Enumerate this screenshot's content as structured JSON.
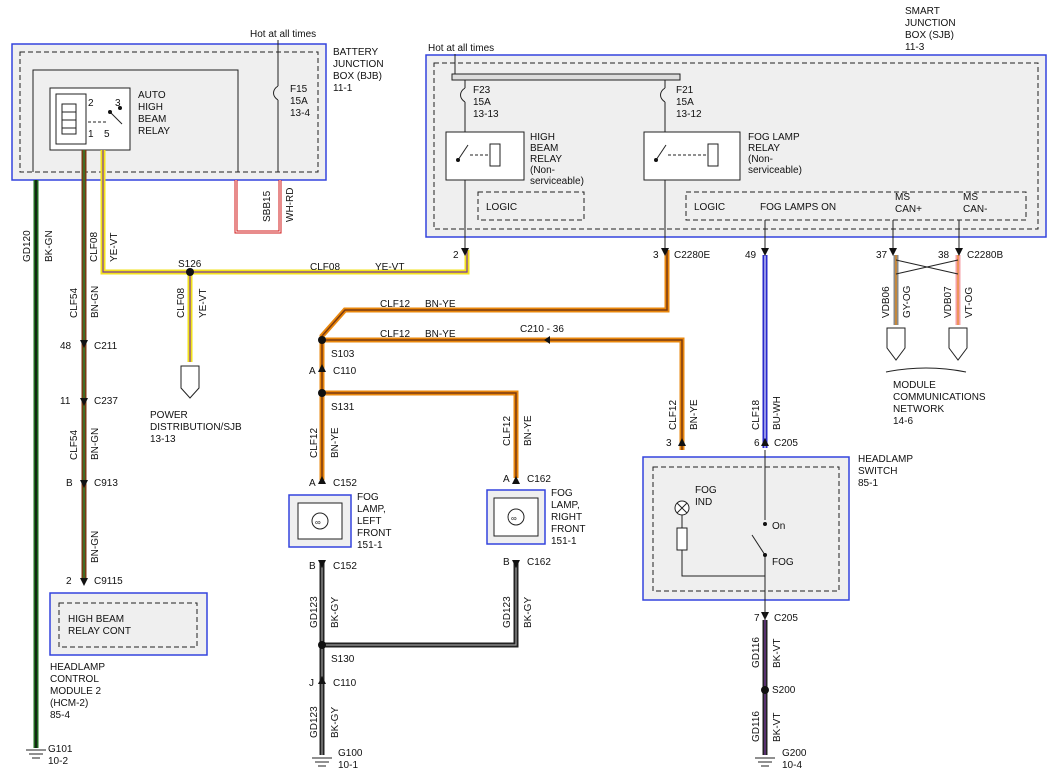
{
  "hot_bjb": "Hot at all times",
  "hot_sjb": "Hot at all times",
  "bjb": {
    "l1": "BATTERY",
    "l2": "JUNCTION",
    "l3": "BOX (BJB)",
    "l4": "11-1"
  },
  "sjb": {
    "l1": "SMART",
    "l2": "JUNCTION",
    "l3": "BOX (SJB)",
    "l4": "11-3"
  },
  "relay_auto": {
    "l1": "AUTO",
    "l2": "HIGH",
    "l3": "BEAM",
    "l4": "RELAY",
    "p1": "1",
    "p2": "2",
    "p3": "3",
    "p5": "5"
  },
  "fuse_f15": {
    "name": "F15",
    "amps": "15A",
    "ref": "13-4"
  },
  "fuse_f23": {
    "name": "F23",
    "amps": "15A",
    "ref": "13-13"
  },
  "fuse_f21": {
    "name": "F21",
    "amps": "15A",
    "ref": "13-12"
  },
  "relay_hb": {
    "l1": "HIGH",
    "l2": "BEAM",
    "l3": "RELAY",
    "l4": "(Non-",
    "l5": "serviceable)"
  },
  "relay_fog": {
    "l1": "FOG LAMP",
    "l2": "RELAY",
    "l3": "(Non-",
    "l4": "serviceable)"
  },
  "logic1": "LOGIC",
  "logic2": "LOGIC",
  "fog_lamps_on": "FOG LAMPS ON",
  "ms_can_plus": {
    "l1": "MS",
    "l2": "CAN+"
  },
  "ms_can_minus": {
    "l1": "MS",
    "l2": "CAN-"
  },
  "sbb15": "SBB15",
  "wh_rd": "WH-RD",
  "gd120": "GD120",
  "bk_gn": "BK-GN",
  "clf08": "CLF08",
  "ye_vt": "YE-VT",
  "clf54": "CLF54",
  "bn_gn": "BN-GN",
  "clf12": "CLF12",
  "bn_ye": "BN-YE",
  "clf18": "CLF18",
  "bu_wh": "BU-WH",
  "gd123": "GD123",
  "bk_gy": "BK-GY",
  "gd116": "GD116",
  "bk_vt": "BK-VT",
  "vdb06": "VDB06",
  "gy_og": "GY-OG",
  "vdb07": "VDB07",
  "vt_og": "VT-OG",
  "s126": "S126",
  "s103": "S103",
  "s131": "S131",
  "s130": "S130",
  "s200": "S200",
  "pin_2": "2",
  "pin_3": "3",
  "pin_49": "49",
  "pin_37": "37",
  "pin_38": "38",
  "pin_48": "48",
  "pin_11": "11",
  "pin_b": "B",
  "pin_a": "A",
  "pin_j": "J",
  "pin_6": "6",
  "pin_7": "7",
  "c2280e": "C2280E",
  "c2280b": "C2280B",
  "c211": "C211",
  "c237": "C237",
  "c913": "C913",
  "c9115": "C9115",
  "c110": "C110",
  "c152": "C152",
  "c162": "C162",
  "c205": "C205",
  "c210": "C210  -  36",
  "power_dist": {
    "l1": "POWER",
    "l2": "DISTRIBUTION/SJB",
    "l3": "13-13"
  },
  "mcn": {
    "l1": "MODULE",
    "l2": "COMMUNICATIONS",
    "l3": "NETWORK",
    "l4": "14-6"
  },
  "hb_relay_cont": {
    "l1": "HIGH BEAM",
    "l2": "RELAY CONT"
  },
  "hcm": {
    "l1": "HEADLAMP",
    "l2": "CONTROL",
    "l3": "MODULE 2",
    "l4": "(HCM-2)",
    "l5": "85-4"
  },
  "fog_lf": {
    "l1": "FOG",
    "l2": "LAMP,",
    "l3": "LEFT",
    "l4": "FRONT",
    "l5": "151-1"
  },
  "fog_rf": {
    "l1": "FOG",
    "l2": "LAMP,",
    "l3": "RIGHT",
    "l4": "FRONT",
    "l5": "151-1"
  },
  "hs": {
    "l1": "HEADLAMP",
    "l2": "SWITCH",
    "l3": "85-1",
    "fog_ind1": "FOG",
    "fog_ind2": "IND",
    "on": "On",
    "fog": "FOG"
  },
  "g101": {
    "name": "G101",
    "ref": "10-2"
  },
  "g100": {
    "name": "G100",
    "ref": "10-1"
  },
  "g200": {
    "name": "G200",
    "ref": "10-4"
  },
  "colors": {
    "green": "#1f6b1f",
    "brown": "#7a3a12",
    "yellow": "#f2e21a",
    "orange": "#e9870c",
    "blue": "#2a2acc",
    "black": "#111111",
    "gray": "#8a8a8a",
    "pink": "#f4a0a8",
    "red": "#d01818",
    "box_border": "#3344dd"
  }
}
